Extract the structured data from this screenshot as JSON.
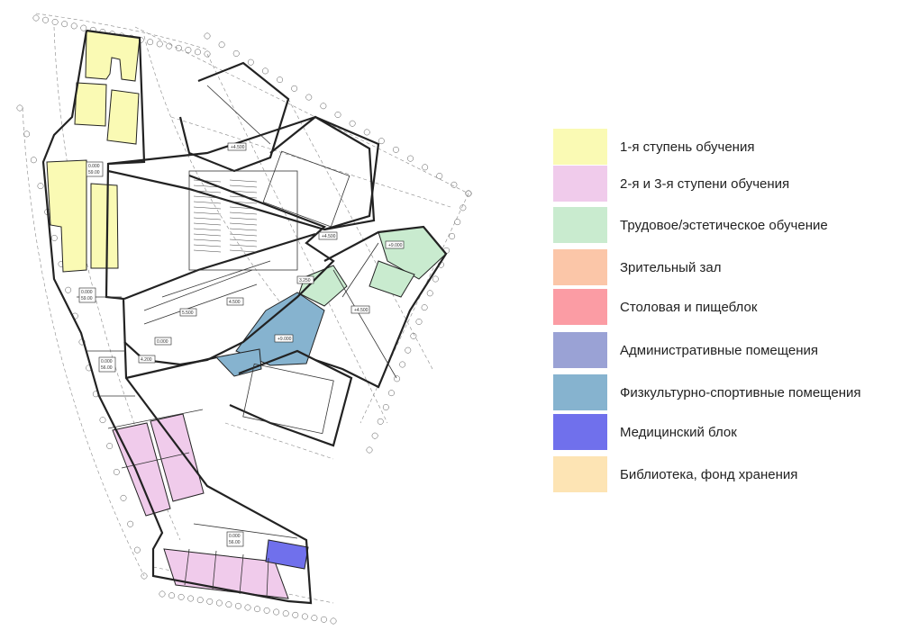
{
  "legend": {
    "items": [
      {
        "label": "1-я ступень обучения",
        "color": "#fafab4"
      },
      {
        "label": "2-я и 3-я ступени обучения",
        "color": "#f0cbeb"
      },
      {
        "label": "Трудовое/эстетическое обучение",
        "color": "#c9ebcf"
      },
      {
        "label": "Зрительный зал",
        "color": "#fbc6a8"
      },
      {
        "label": "Столовая и пищеблок",
        "color": "#fb9ca4"
      },
      {
        "label": "Административные помещения",
        "color": "#9aa2d5"
      },
      {
        "label": "Физкультурно-спортивные помещения",
        "color": "#86b3cf"
      },
      {
        "label": "Медицинский блок",
        "color": "#7070ec"
      },
      {
        "label": "Библиотека, фонд хранения",
        "color": "#fde4b4"
      }
    ]
  },
  "plan": {
    "level_tags": [
      "+4.500",
      "+4.500",
      "+9.000",
      "+4.500",
      "+9.000",
      "0.000",
      "59.00",
      "0.000",
      "59.00",
      "0.000",
      "56.00",
      "3.250",
      "5.500",
      "4.500",
      "0.000",
      "4.200",
      "0.000",
      "56.00"
    ]
  }
}
